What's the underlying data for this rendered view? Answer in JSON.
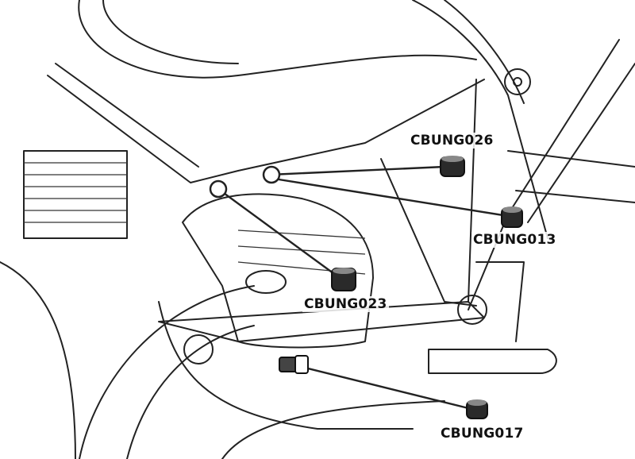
{
  "diagram": {
    "labels": {
      "bung_026": "CBUNG026",
      "bung_013": "CBUNG013",
      "bung_023": "CBUNG023",
      "bung_017": "CBUNG017"
    },
    "colors": {
      "line": "#222222",
      "bung": "#2a2a2a",
      "background": "#ffffff"
    }
  }
}
